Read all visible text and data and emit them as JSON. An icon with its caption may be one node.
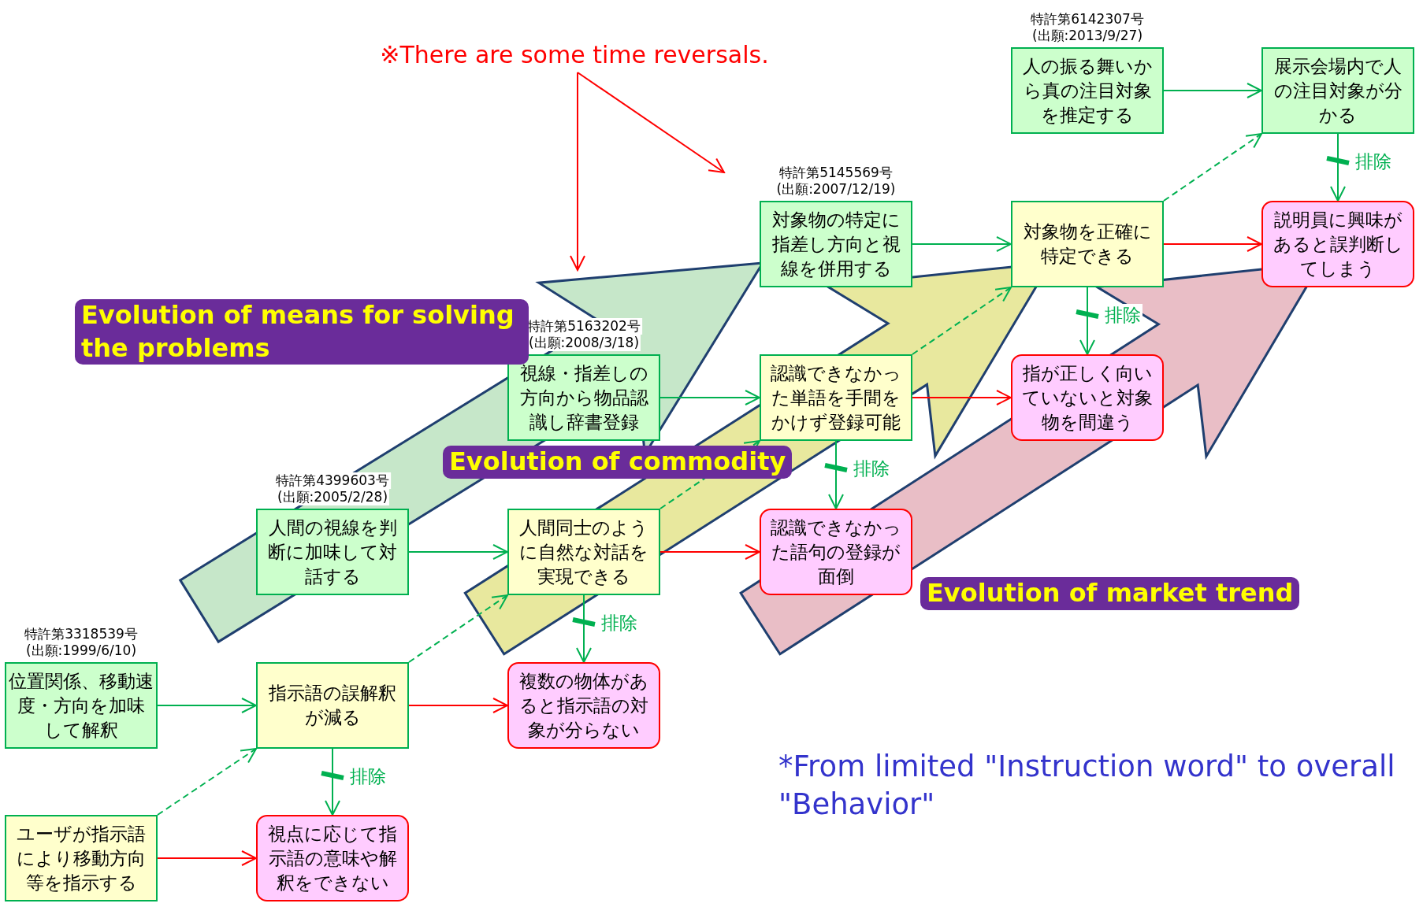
{
  "diagram": {
    "nodes": [
      {
        "text": [
          "位置関係、移動速度・方向を加味して解釈"
        ],
        "beside": [
          "特許第3318539号",
          "(出願:1999/6/10)"
        ]
      },
      {
        "text": [
          "ユーザが指示語により移動方向等を指示する"
        ]
      },
      {
        "text": [
          "指示語の誤解釈が減る"
        ]
      },
      {
        "text": [
          "視点に応じて指示語の意味や解釈をできない"
        ]
      },
      {
        "text": [
          "人間の視線を判断に加味して対話する"
        ],
        "beside": [
          "特許第4399603号",
          "(出願:2005/2/28)"
        ]
      },
      {
        "text": [
          "人間同士のように自然な対話を実現できる"
        ]
      },
      {
        "text": [
          "複数の物体があると指示語の対象が分らない"
        ]
      },
      {
        "text": [
          "視線・指差しの方向から物品認識し辞書登録"
        ],
        "beside": [
          "特許第5163202号",
          "(出願:2008/3/18)"
        ]
      },
      {
        "text": [
          "認識できなかった単語を手間をかけず登録可能"
        ]
      },
      {
        "text": [
          "認識できなかった語句の登録が面倒"
        ]
      },
      {
        "text": [
          "対象物の特定に指差し方向と視線を併用する"
        ],
        "beside": [
          "特許第5145569号",
          "(出願:2007/12/19)"
        ]
      },
      {
        "text": [
          "対象物を正確に特定できる"
        ]
      },
      {
        "text": [
          "指が正しく向いていないと対象物を間違う"
        ]
      },
      {
        "text": [
          "人の振る舞いから真の注目対象を推定する"
        ],
        "beside": [
          "特許第6142307号",
          "(出願:2013/9/27)"
        ]
      },
      {
        "text": [
          "展示会場内で人の注目対象が分かる"
        ]
      },
      {
        "text": [
          "説明員に興味があると誤判断してしまう"
        ]
      },
      {
        "text": [
          "※There are some time reversals."
        ]
      }
    ],
    "edges": [
      {
        "from": 0,
        "to": 2,
        "arrow": "to"
      },
      {
        "from": 1,
        "to": 3,
        "arrow": "to",
        "color": "#ff0000"
      },
      {
        "from": 1,
        "to": 2,
        "arrow": "to",
        "style": "dashed"
      },
      {
        "from": 2,
        "to": 6,
        "arrow": "to",
        "color": "#ff0000"
      },
      {
        "from": 2,
        "to": 3,
        "arrow": "to",
        "label": "排除"
      },
      {
        "from": 2,
        "to": 5,
        "arrow": "to",
        "style": "dashed"
      },
      {
        "from": 4,
        "to": 5,
        "arrow": "to"
      },
      {
        "from": 5,
        "to": 9,
        "arrow": "to",
        "color": "#ff0000"
      },
      {
        "from": 5,
        "to": 6,
        "arrow": "to",
        "label": "排除"
      },
      {
        "from": 5,
        "to": 8,
        "arrow": "to",
        "style": "dashed"
      },
      {
        "from": 7,
        "to": 8,
        "arrow": "to"
      },
      {
        "from": 8,
        "to": 12,
        "arrow": "to",
        "color": "#ff0000"
      },
      {
        "from": 8,
        "to": 9,
        "arrow": "to",
        "label": "排除"
      },
      {
        "from": 8,
        "to": 11,
        "arrow": "to",
        "style": "dashed"
      },
      {
        "from": 10,
        "to": 11,
        "arrow": "to"
      },
      {
        "from": 11,
        "to": 15,
        "arrow": "to",
        "color": "#ff0000"
      },
      {
        "from": 11,
        "to": 12,
        "arrow": "to",
        "label": "排除"
      },
      {
        "from": 11,
        "to": 14,
        "arrow": "to",
        "style": "dashed"
      },
      {
        "from": 13,
        "to": 14,
        "arrow": "to"
      },
      {
        "from": 14,
        "to": 15,
        "arrow": "to",
        "label": "排除"
      },
      {
        "from": 16,
        "to": null,
        "arrow": "to",
        "color": "#ff0000"
      },
      {
        "from": 16,
        "to": null,
        "arrow": "to",
        "color": "#ff0000"
      }
    ],
    "labels": [
      "Evolution of means for solving the problems",
      "Evolution of commodity",
      "Evolution of market trend",
      "*From limited \"Instruction word\" to overall \"Behavior\""
    ]
  }
}
